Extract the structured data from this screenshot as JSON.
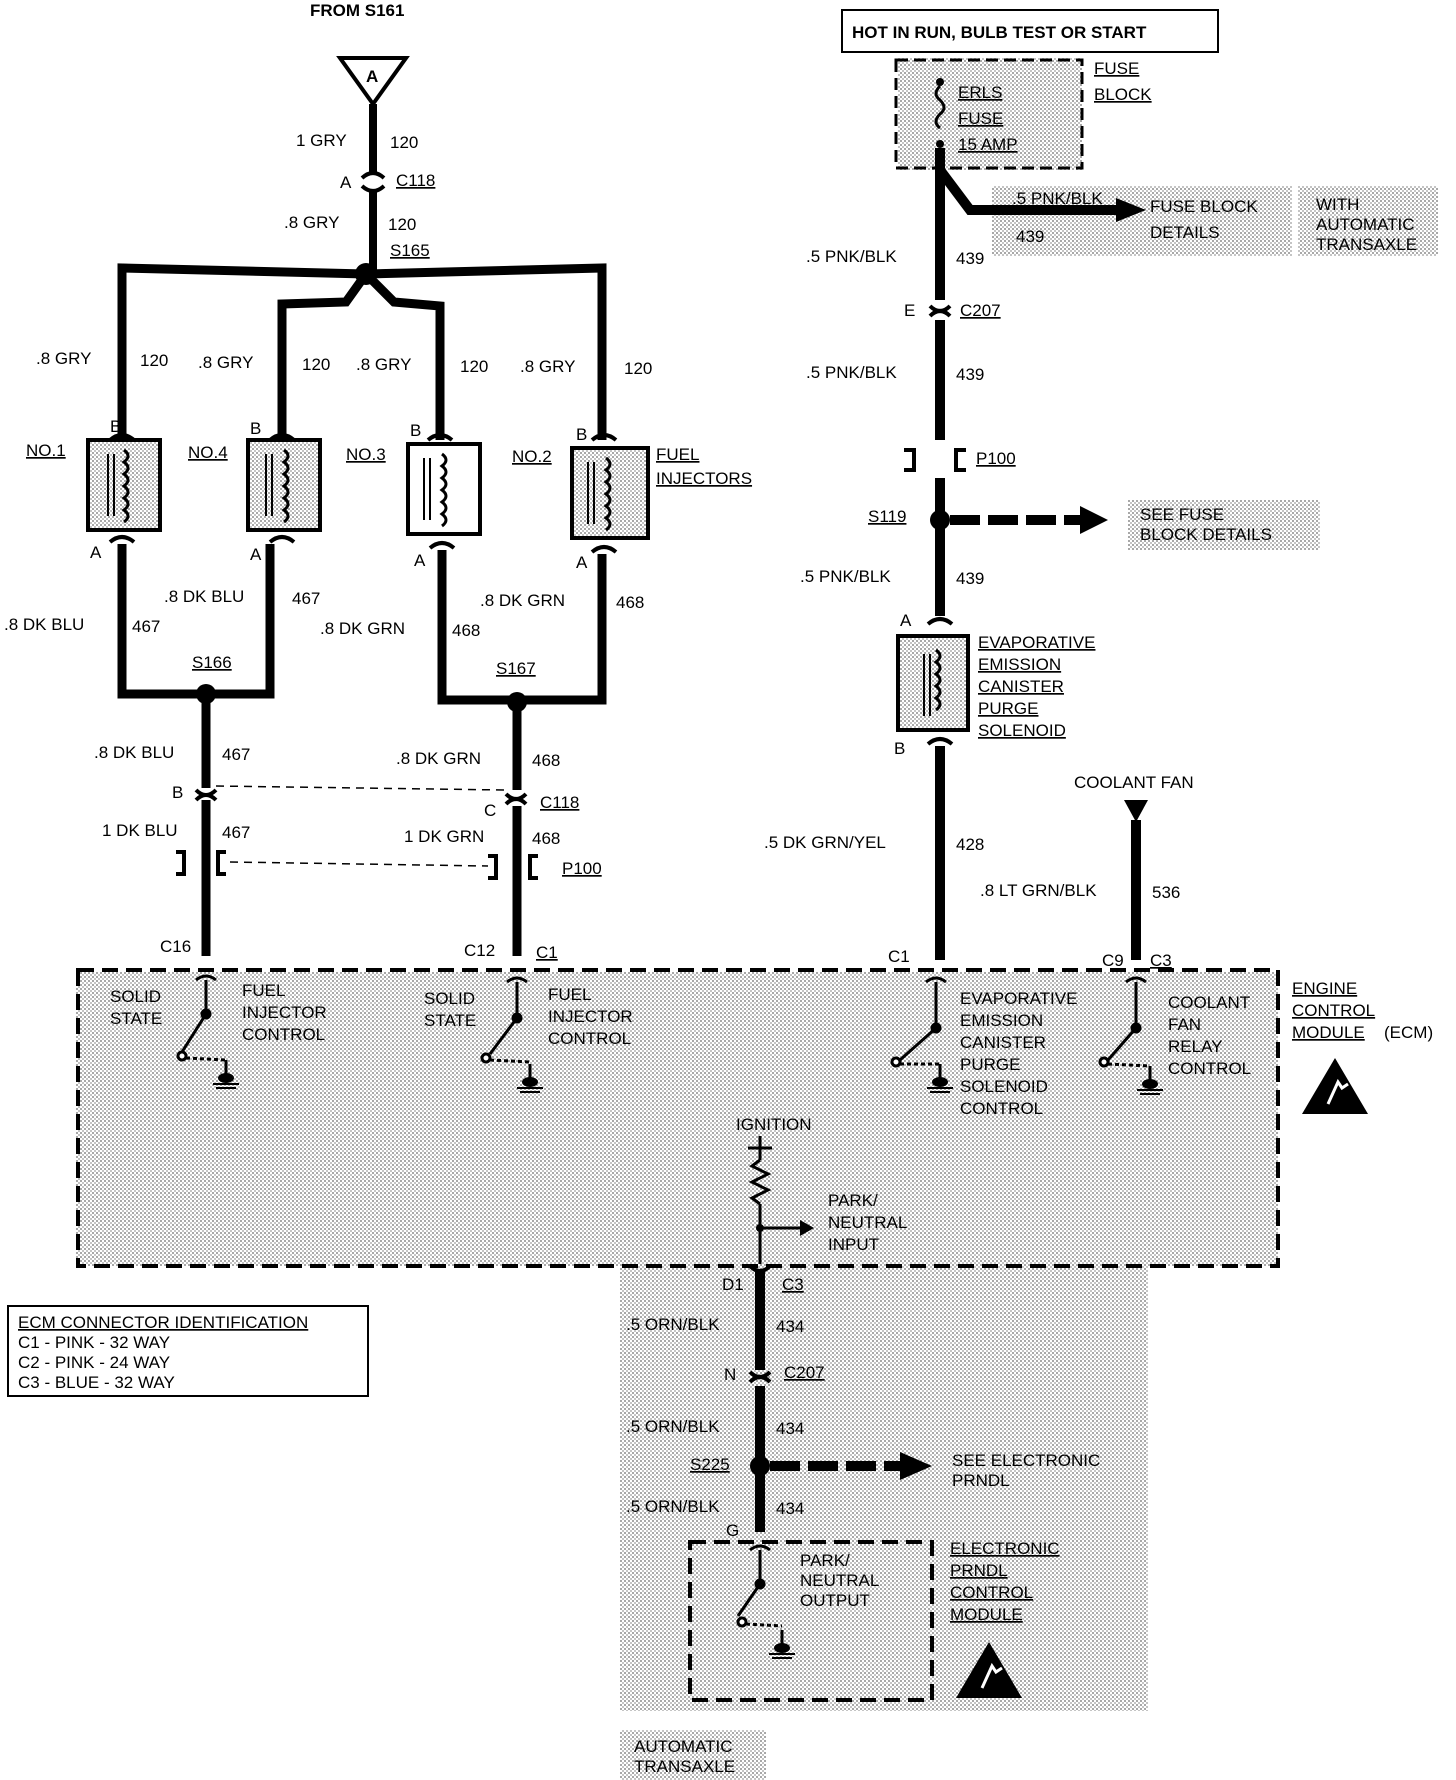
{
  "header": {
    "from_s161": "FROM S161",
    "tri_a": "A",
    "hot_box": "HOT IN RUN, BULB TEST OR START",
    "fuse_block": [
      "FUSE",
      "BLOCK"
    ],
    "fuse_name": [
      "ERLS",
      "FUSE",
      "15 AMP"
    ],
    "with_auto": [
      "WITH",
      "AUTOMATIC",
      "TRANSAXLE"
    ],
    "fuse_block_details": [
      "FUSE BLOCK",
      "DETAILS"
    ],
    "see_fuse_block": [
      "SEE FUSE",
      "BLOCK DETAILS"
    ]
  },
  "wires": {
    "w1gry": "1 GRY",
    "w120": "120",
    "w8gry": ".8 GRY",
    "w8dkblu": ".8 DK BLU",
    "w467": "467",
    "w8dkgrn": ".8 DK GRN",
    "w468": "468",
    "w1dkblu": "1 DK BLU",
    "w1dkgrn": "1 DK GRN",
    "w5pnkblk": ".5 PNK/BLK",
    "w439": "439",
    "w5dkgrnyel": ".5 DK GRN/YEL",
    "w428": "428",
    "w8ltgrnblk": ".8 LT GRN/BLK",
    "w536": "536",
    "w5ornblk": ".5 ORN/BLK",
    "w434": "434"
  },
  "connectors": {
    "a": "A",
    "b": "B",
    "c": "C",
    "e": "E",
    "n": "N",
    "g": "G",
    "d1": "D1",
    "c118": "C118",
    "s165": "S165",
    "s166": "S166",
    "s167": "S167",
    "c207": "C207",
    "p100": "P100",
    "s119": "S119",
    "s225": "S225",
    "c16": "C16",
    "c12": "C12",
    "c1": "C1",
    "c9": "C9",
    "c3": "C3"
  },
  "injectors": {
    "no1": "NO.1",
    "no4": "NO.4",
    "no3": "NO.3",
    "no2": "NO.2",
    "fuel_injectors": [
      "FUEL",
      "INJECTORS"
    ]
  },
  "evap": [
    "EVAPORATIVE",
    "EMISSION",
    "CANISTER",
    "PURGE",
    "SOLENOID"
  ],
  "coolant_fan": "COOLANT FAN",
  "ecm": {
    "solid_state": [
      "SOLID",
      "STATE"
    ],
    "fuel_inj_ctrl": [
      "FUEL",
      "INJECTOR",
      "CONTROL"
    ],
    "evap_ctrl": [
      "EVAPORATIVE",
      "EMISSION",
      "CANISTER",
      "PURGE",
      "SOLENOID",
      "CONTROL"
    ],
    "fan_relay": [
      "COOLANT",
      "FAN",
      "RELAY",
      "CONTROL"
    ],
    "title": [
      "ENGINE",
      "CONTROL",
      "MODULE"
    ],
    "title_abbr": "(ECM)",
    "ignition": "IGNITION",
    "pn_input": [
      "PARK/",
      "NEUTRAL",
      "INPUT"
    ]
  },
  "conn_id": {
    "title": "ECM CONNECTOR IDENTIFICATION",
    "rows": [
      "C1 - PINK - 32 WAY",
      "C2 - PINK - 24 WAY",
      "C3 - BLUE - 32 WAY"
    ]
  },
  "prndl": {
    "see": [
      "SEE ELECTRONIC",
      "PRNDL"
    ],
    "pn_output": [
      "PARK/",
      "NEUTRAL",
      "OUTPUT"
    ],
    "module": [
      "ELECTRONIC",
      "PRNDL",
      "CONTROL",
      "MODULE"
    ],
    "auto_trans": [
      "AUTOMATIC",
      "TRANSAXLE"
    ]
  }
}
